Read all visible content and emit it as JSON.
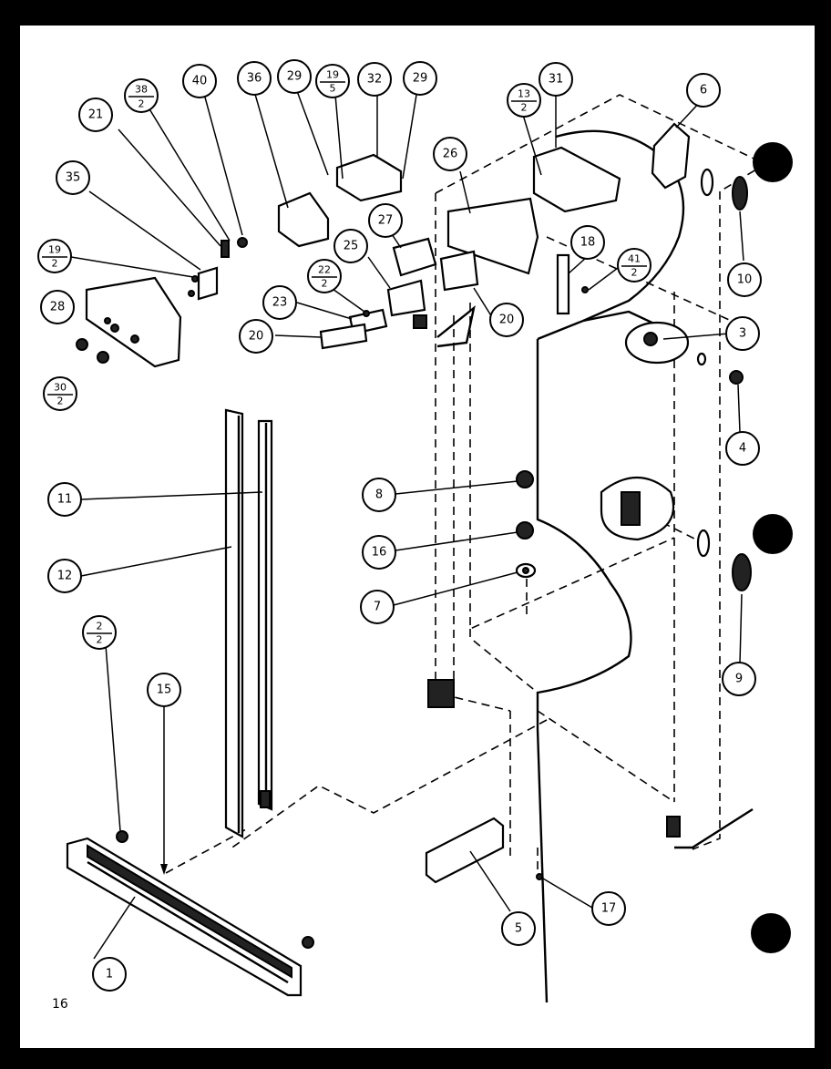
{
  "page_number": "16",
  "callouts": [
    {
      "id": "c1",
      "label": "1"
    },
    {
      "id": "c2",
      "label": "2",
      "sub": "2"
    },
    {
      "id": "c3",
      "label": "3"
    },
    {
      "id": "c4",
      "label": "4"
    },
    {
      "id": "c5",
      "label": "5"
    },
    {
      "id": "c6",
      "label": "6"
    },
    {
      "id": "c7",
      "label": "7"
    },
    {
      "id": "c8",
      "label": "8"
    },
    {
      "id": "c9",
      "label": "9"
    },
    {
      "id": "c10",
      "label": "10"
    },
    {
      "id": "c11",
      "label": "11"
    },
    {
      "id": "c12",
      "label": "12"
    },
    {
      "id": "c13",
      "label": "13",
      "sub": "2"
    },
    {
      "id": "c15",
      "label": "15"
    },
    {
      "id": "c16",
      "label": "16"
    },
    {
      "id": "c17",
      "label": "17"
    },
    {
      "id": "c18",
      "label": "18"
    },
    {
      "id": "c19a",
      "label": "19",
      "sub": "5"
    },
    {
      "id": "c19b",
      "label": "19",
      "sub": "2"
    },
    {
      "id": "c20a",
      "label": "20"
    },
    {
      "id": "c20b",
      "label": "20"
    },
    {
      "id": "c21",
      "label": "21"
    },
    {
      "id": "c22",
      "label": "22",
      "sub": "2"
    },
    {
      "id": "c23",
      "label": "23"
    },
    {
      "id": "c25",
      "label": "25"
    },
    {
      "id": "c26",
      "label": "26"
    },
    {
      "id": "c27",
      "label": "27"
    },
    {
      "id": "c28",
      "label": "28"
    },
    {
      "id": "c29a",
      "label": "29"
    },
    {
      "id": "c29b",
      "label": "29"
    },
    {
      "id": "c30",
      "label": "30",
      "sub": "2"
    },
    {
      "id": "c31",
      "label": "31"
    },
    {
      "id": "c32",
      "label": "32"
    },
    {
      "id": "c35",
      "label": "35"
    },
    {
      "id": "c36",
      "label": "36"
    },
    {
      "id": "c38",
      "label": "38",
      "sub": "2"
    },
    {
      "id": "c40",
      "label": "40"
    },
    {
      "id": "c41",
      "label": "41",
      "sub": "2"
    }
  ]
}
